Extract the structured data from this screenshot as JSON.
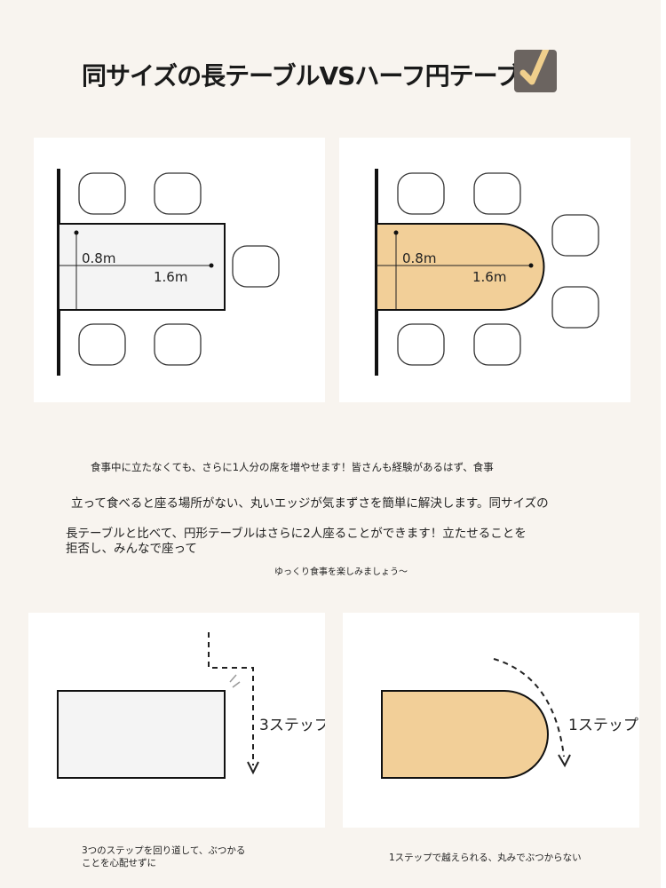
{
  "title": "同サイズの長テーブルVSハーフ円テーブル",
  "diagram_top": {
    "left": {
      "width_label": "0.8m",
      "length_label": "1.6m",
      "table_color": "#f4f4f4"
    },
    "right": {
      "width_label": "0.8m",
      "length_label": "1.6m",
      "table_color": "#f2cf98"
    }
  },
  "paragraph": {
    "line1": "食事中に立たなくても、さらに1人分の席を増やせます！皆さんも経験があるはず、食事",
    "line2": "立って食べると座る場所がない、丸いエッジが気まずさを簡単に解決します。同サイズの",
    "line3": "長テーブルと比べて、円形テーブルはさらに2人座ることができます！立たせることを",
    "line4": "拒否し、みんなで座って",
    "line5": "ゆっくり食事を楽しみましょう～"
  },
  "diagram_bottom": {
    "left": {
      "step_label": "3ステップ"
    },
    "right": {
      "step_label": "1ステップ"
    }
  },
  "captions": {
    "left_line1": "3つのステップを回り道して、ぶつかる",
    "left_line2": "ことを心配せずに",
    "right": "1ステップで越えられる、丸みでぶつからない"
  },
  "colors": {
    "background": "#f8f4ef",
    "accent_yellow": "#f2cf98",
    "check_box": "#6b6460",
    "check_mark": "#f0cf8c"
  }
}
